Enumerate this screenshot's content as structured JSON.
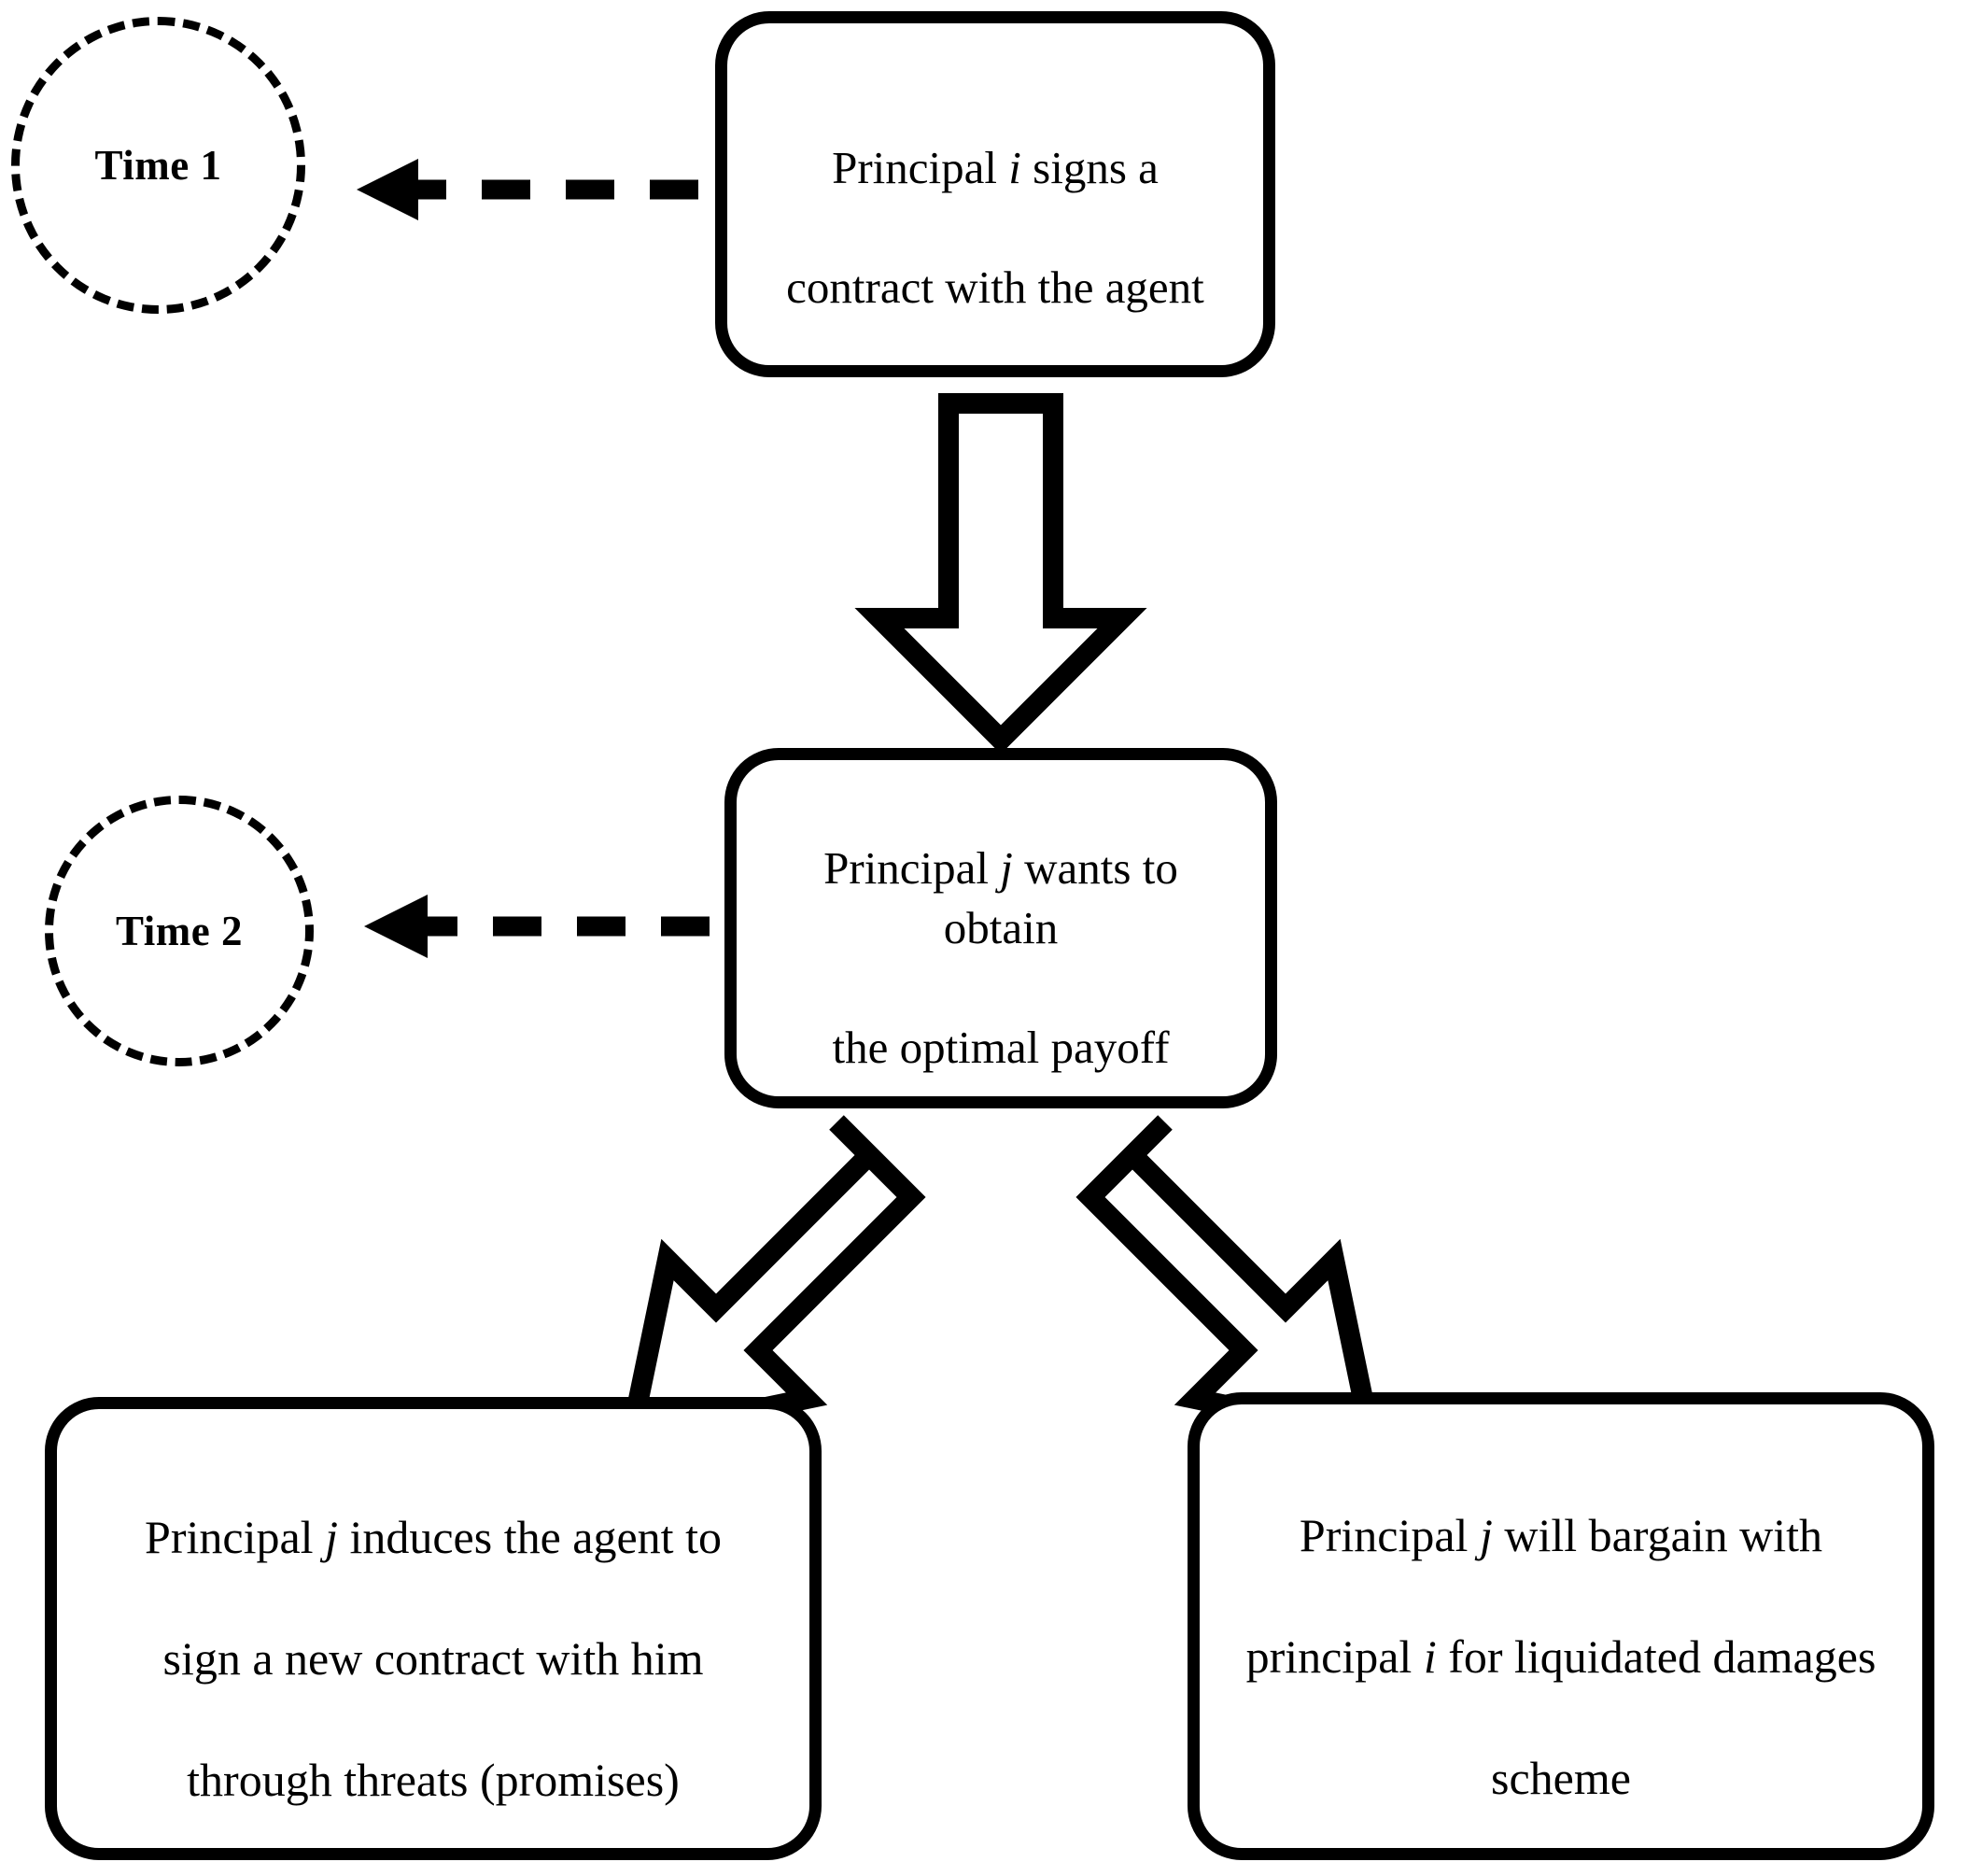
{
  "diagram": {
    "title": "Two-period principal-agent contract timeline",
    "background_color": "#ffffff",
    "stroke_color": "#000000",
    "fill_color": "#ffffff"
  },
  "time_markers": [
    {
      "id": "time-1",
      "label": "Time 1",
      "shape": "dashed-circle"
    },
    {
      "id": "time-2",
      "label": "Time 2",
      "shape": "dashed-circle"
    }
  ],
  "nodes": [
    {
      "id": "node-sign-contract",
      "text": "Principal i signs a\ncontract with the agent",
      "line1_pre": "Principal ",
      "line1_italic": "i",
      "line1_post": " signs a",
      "line2": "contract with the agent"
    },
    {
      "id": "node-optimal-payoff",
      "text": "Principal j wants to obtain\nthe optimal payoff",
      "line1_pre": "Principal ",
      "line1_italic": "j",
      "line1_post": " wants to obtain",
      "line2": "the optimal payoff"
    },
    {
      "id": "node-induce-agent",
      "text": "Principal j induces the agent to\nsign a new contract with him\nthrough threats (promises)",
      "line1_pre": "Principal ",
      "line1_italic": "j",
      "line1_post": " induces the agent to",
      "line2": "sign a new contract with him",
      "line3": "through threats (promises)"
    },
    {
      "id": "node-bargain-damages",
      "text": "Principal j will bargain with\nprincipal i for liquidated damages\nscheme",
      "line1_pre": "Principal ",
      "line1_italic": "j",
      "line1_post": " will bargain with",
      "line2_pre": "principal ",
      "line2_italic": "i",
      "line2_post": " for liquidated damages",
      "line3": "scheme"
    }
  ],
  "connectors": [
    {
      "id": "dashed-arrow-time1",
      "style": "dashed",
      "direction": "left",
      "from": "node-sign-contract",
      "to": "time-1"
    },
    {
      "id": "dashed-arrow-time2",
      "style": "dashed",
      "direction": "left",
      "from": "node-optimal-payoff",
      "to": "time-2"
    },
    {
      "id": "block-arrow-down",
      "style": "block-outline",
      "direction": "down",
      "from": "node-sign-contract",
      "to": "node-optimal-payoff"
    },
    {
      "id": "block-arrow-down-left",
      "style": "block-outline",
      "direction": "down-left",
      "from": "node-optimal-payoff",
      "to": "node-induce-agent"
    },
    {
      "id": "block-arrow-down-right",
      "style": "block-outline",
      "direction": "down-right",
      "from": "node-optimal-payoff",
      "to": "node-bargain-damages"
    }
  ]
}
